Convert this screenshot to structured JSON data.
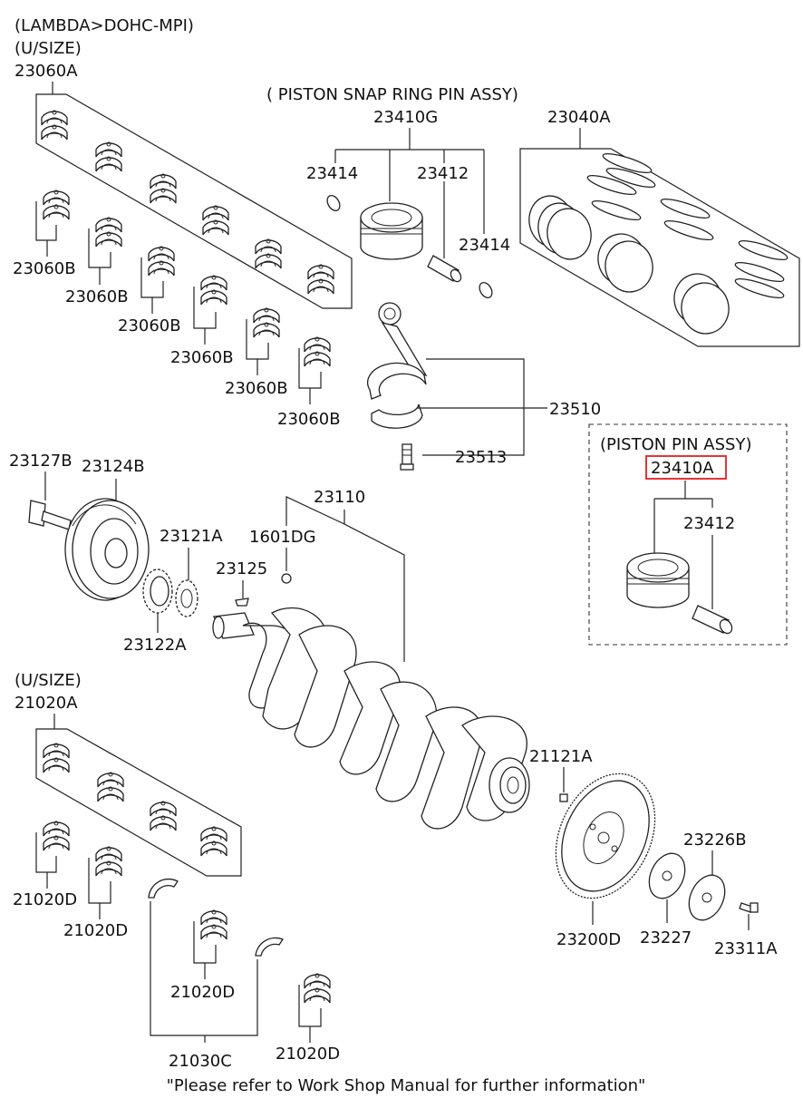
{
  "header": {
    "engine": "(LAMBDA>DOHC-MPI)",
    "usize_top": "(U/SIZE)",
    "usize_bottom": "(U/SIZE)",
    "piston_snap_ring_assy": "( PISTON  SNAP RING  PIN ASSY)",
    "piston_pin_assy": "(PISTON  PIN ASSY)"
  },
  "parts": {
    "p23060A": "23060A",
    "p23060B": "23060B",
    "p23410G": "23410G",
    "p23414": "23414",
    "p23412": "23412",
    "p23040A": "23040A",
    "p23510": "23510",
    "p23513": "23513",
    "p23410A": "23410A",
    "p23127B": "23127B",
    "p23124B": "23124B",
    "p23110": "23110",
    "p1601DG": "1601DG",
    "p23121A": "23121A",
    "p23125": "23125",
    "p23122A": "23122A",
    "p21020A": "21020A",
    "p21020D": "21020D",
    "p21121A": "21121A",
    "p23226B": "23226B",
    "p23200D": "23200D",
    "p23227": "23227",
    "p23311A": "23311A",
    "p21030C": "21030C"
  },
  "footer": {
    "note": "\"Please refer to Work Shop Manual for further information\""
  },
  "highlight_color": "#e0201f"
}
